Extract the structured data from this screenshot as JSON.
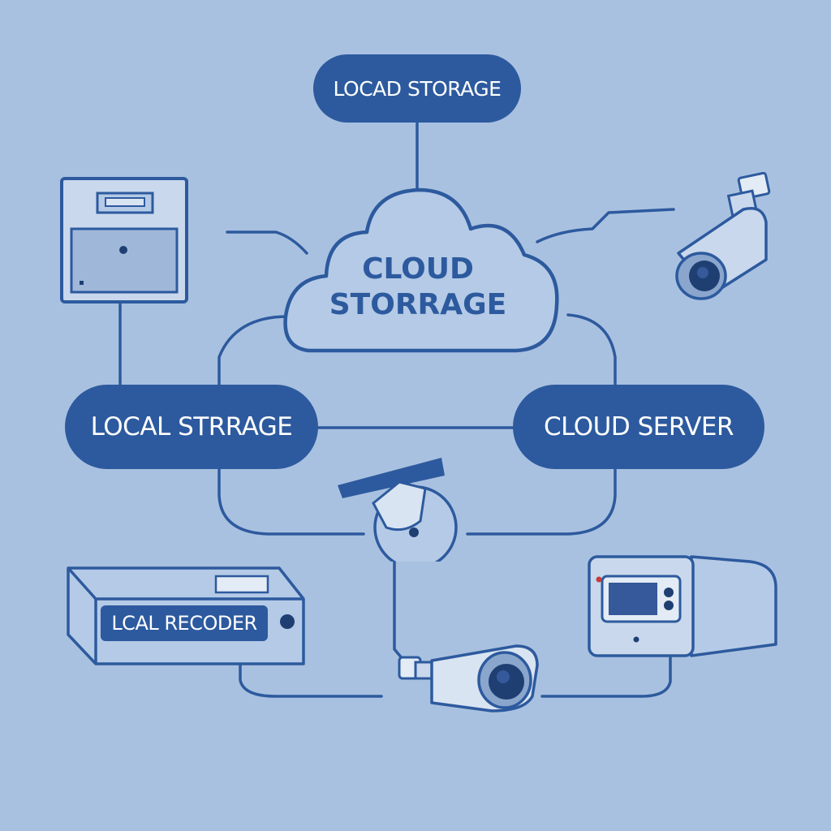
{
  "nodes": {
    "top_pill": "LOCAD STORAGE",
    "cloud_line1": "CLOUD",
    "cloud_line2": "STORRAGE",
    "local_storage": "LOCAL STRRAGE",
    "cloud_server": "CLOUD SERVER",
    "recorder": "LCAL RECODER"
  },
  "colors": {
    "background": "#a9c1e0",
    "primary": "#2d5a9e",
    "device_fill": "#c9d8ec",
    "device_dark": "#1f3f73"
  },
  "icons": {
    "storage_unit": "nas-drive-icon",
    "camera_top_right": "bullet-camera-icon",
    "camera_center": "dome-camera-icon",
    "camera_bottom": "bullet-camera-icon",
    "recorder": "dvr-recorder-icon",
    "server": "cloud-server-box-icon",
    "cloud": "cloud-icon"
  }
}
